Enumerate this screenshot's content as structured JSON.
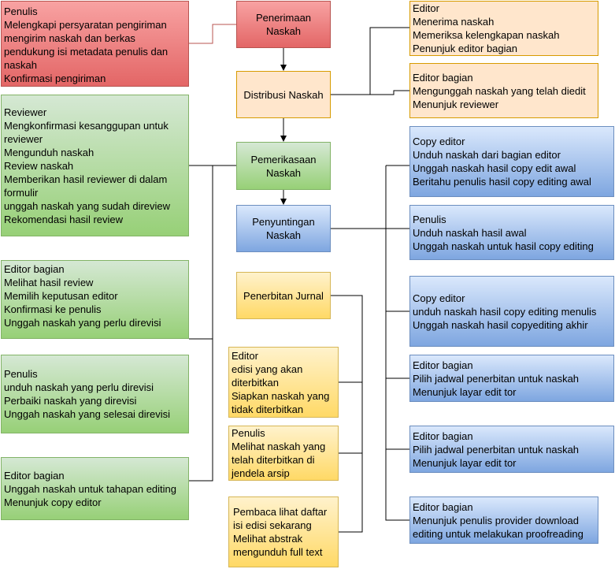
{
  "main": {
    "penerimaan": "Penerimaan\nNaskah",
    "distribusi": "Distribusi Naskah",
    "pemeriksaan": "Pemerikasaan\nNaskah",
    "penyuntingan": "Penyuntingan\nNaskah",
    "penerbitan": "Penerbitan Jurnal"
  },
  "left": {
    "penulis": "Penulis\nMelengkapi persyaratan pengiriman mengirim naskah dan berkas pendukung isi metadata penulis dan naskah\nKonfirmasi pengiriman",
    "reviewer": "Reviewer\nMengkonfirmasi kesanggupan untuk reviewer\nMengunduh naskah\nReview naskah\nMemberikan hasil reviewer di dalam formulir\nunggah naskah yang sudah direview\nRekomendasi hasil review",
    "editor_bagian": "Editor bagian\nMelihat hasil review\nMemilih keputusan editor\nKonfirmasi ke penulis\nUnggah naskah yang perlu direvisi",
    "penulis_revisi": "Penulis\nunduh naskah yang perlu direvisi\nPerbaiki naskah yang direvisi\nUnggah naskah yang selesai direvisi",
    "editor_bagian_editing": "Editor bagian\nUnggah naskah untuk tahapan editing\nMenunjuk copy editor"
  },
  "right": {
    "editor": "Editor\nMenerima naskah\nMemeriksa kelengkapan naskah\nPenunjuk editor bagian",
    "editor_bagian": "Editor bagian\nMengunggah naskah yang telah diedit\nMenunjuk reviewer",
    "copy_editor_1": "Copy editor\nUnduh naskah dari bagian editor\nUnggah naskah hasil copy edit awal\nBeritahu penulis hasil copy editing awal",
    "penulis": "Penulis\nUnduh naskah hasil awal\nUnggah naskah untuk hasil copy editing",
    "copy_editor_2": "Copy editor\nunduh naskah hasil copy editing menulis\nUnggah naskah hasil copyediting akhir",
    "editor_bagian_1": "Editor bagian\nPilih jadwal penerbitan untuk naskah\nMenunjuk layar edit tor",
    "editor_bagian_2": "Editor bagian\nPilih jadwal penerbitan untuk naskah\nMenunjuk layar edit tor",
    "editor_bagian_3": "Editor bagian\nMenunjuk penulis provider download editing untuk melakukan proofreading"
  },
  "publish": {
    "editor": "Editor\nedisi yang akan diterbitkan\nSiapkan naskah yang tidak diterbitkan",
    "penulis": "Penulis\nMelihat naskah yang telah diterbitkan di jendela arsip",
    "pembaca": "Pembaca lihat daftar isi edisi sekarang\nMelihat abstrak\nmengunduh full text"
  },
  "colors": {
    "red": "#e36666",
    "orange": "#ffe6cc",
    "green": "#97d077",
    "blue": "#7ea6e0",
    "yellow": "#ffd966",
    "connector_red": "#b85450"
  }
}
